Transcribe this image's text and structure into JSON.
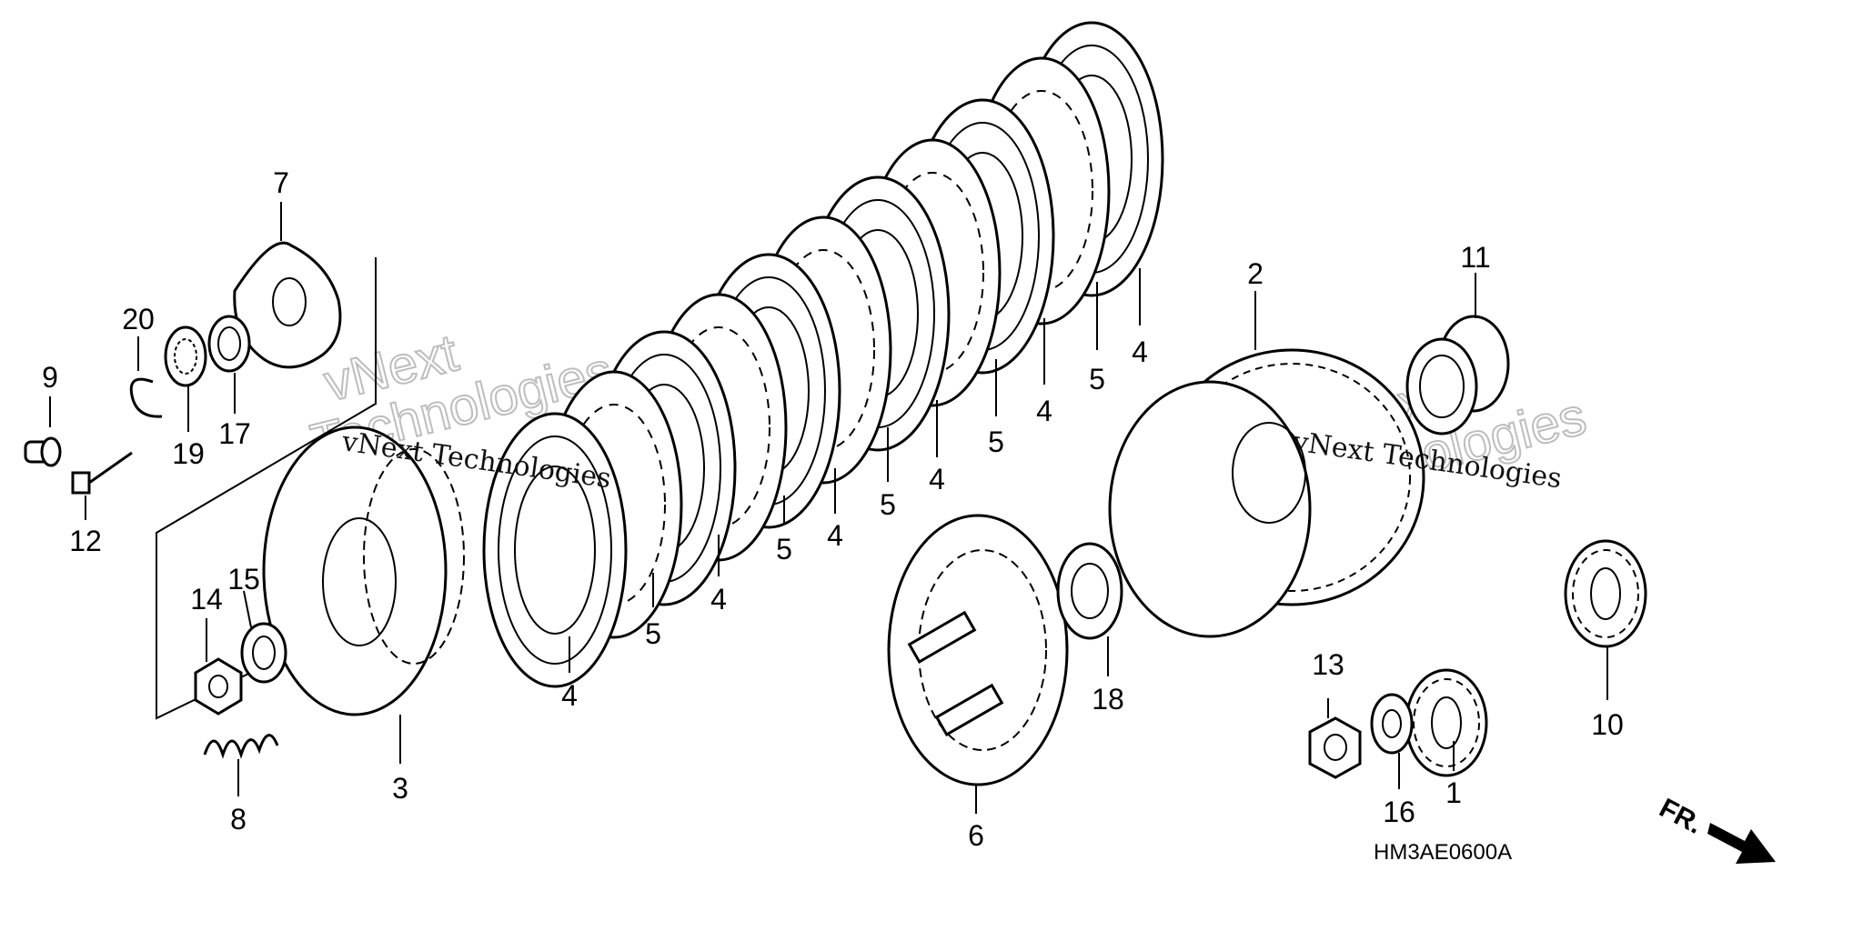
{
  "diagram": {
    "code": "HM3AE0600A",
    "direction_label": "FR.",
    "watermark_lines": [
      "vNext Technologies",
      "vNext Technologies"
    ],
    "watermark_outline": [
      "vNext",
      "Technologies",
      "vNext",
      "Technologies"
    ],
    "callouts": [
      "1",
      "2",
      "3",
      "4",
      "4",
      "4",
      "4",
      "4",
      "4",
      "5",
      "5",
      "5",
      "5",
      "5",
      "6",
      "7",
      "8",
      "9",
      "10",
      "11",
      "12",
      "13",
      "14",
      "15",
      "16",
      "17",
      "18",
      "19",
      "20"
    ]
  }
}
